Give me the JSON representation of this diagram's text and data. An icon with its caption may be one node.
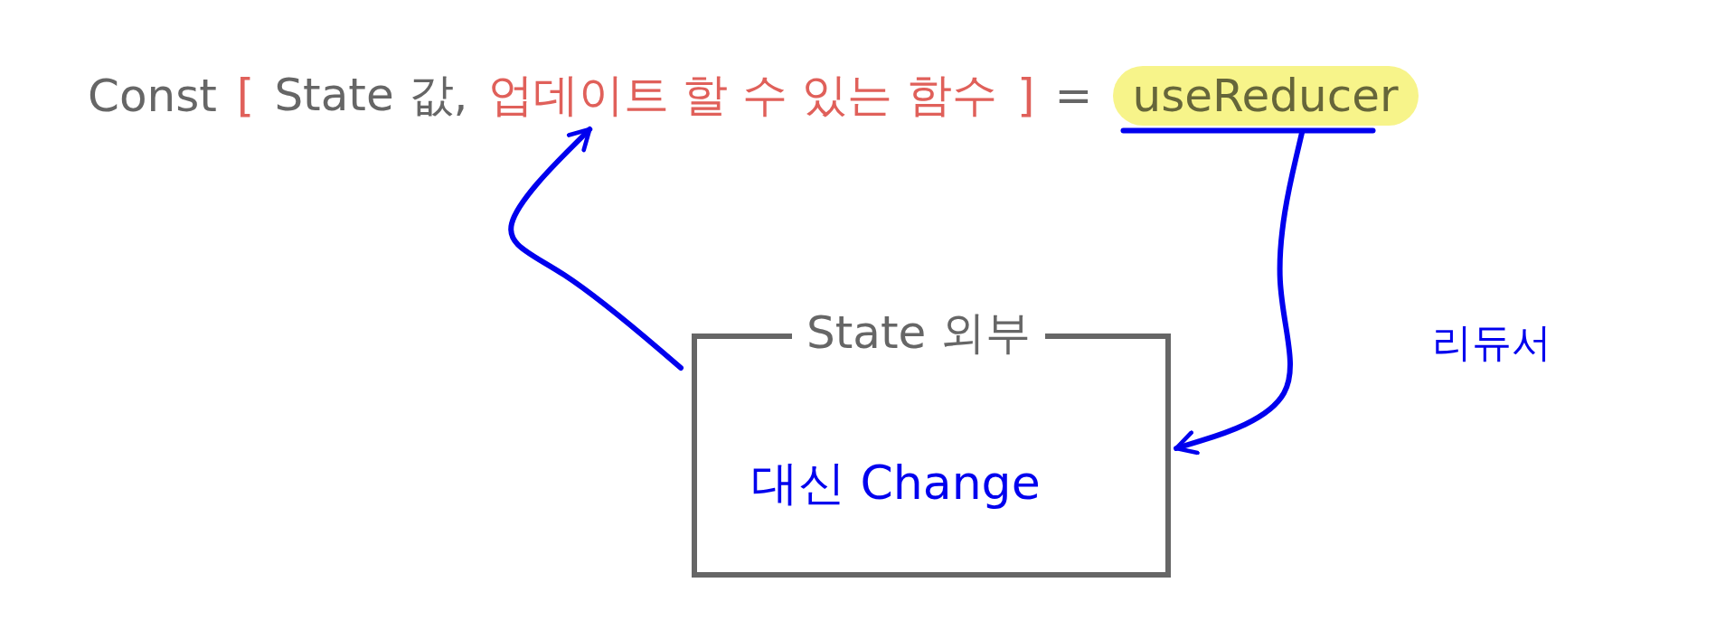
{
  "diagram": {
    "nodes": [
      {
        "text": [
          "업데이트 할 수 있는 함수"
        ]
      },
      {
        "text": [
          "useReducer"
        ]
      },
      {
        "text": [
          "State 외부",
          "대신 Change"
        ]
      }
    ],
    "edges": [
      {
        "from": 1,
        "to": 2,
        "arrow": "to",
        "label": "리듀서"
      },
      {
        "from": 2,
        "to": 0,
        "arrow": "to"
      }
    ],
    "labels": [
      "Const",
      "[",
      "State 값,",
      "]",
      "="
    ]
  }
}
